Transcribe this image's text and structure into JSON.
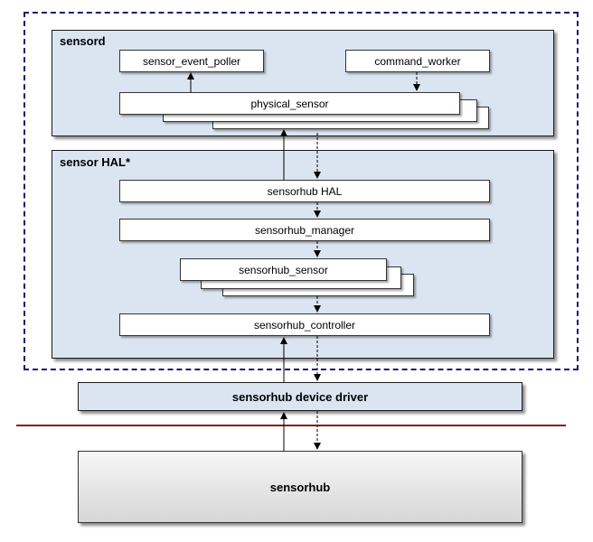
{
  "sensord": {
    "title": "sensord",
    "event_poller": "sensor_event_poller",
    "command_worker": "command_worker",
    "physical_sensor": "physical_sensor"
  },
  "hal": {
    "title": "sensor HAL*",
    "sensorhub_hal": "sensorhub HAL",
    "manager": "sensorhub_manager",
    "sensor": "sensorhub_sensor",
    "controller": "sensorhub_controller"
  },
  "driver": {
    "label": "sensorhub device driver"
  },
  "hardware": {
    "label": "sensorhub"
  },
  "colors": {
    "layer_fill": "#dbe5f1",
    "boundary": "#1a1a6e",
    "divider": "#8b1a1a"
  }
}
